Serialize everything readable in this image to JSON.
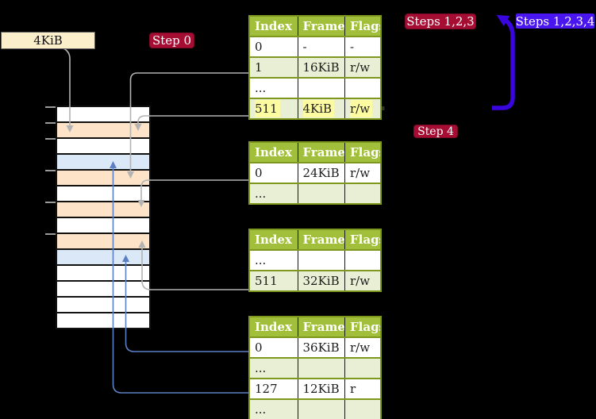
{
  "labels": {
    "frame_pointer": "4KiB",
    "step0": "Step 0",
    "steps123": "Steps 1,2,3",
    "steps1234": "Steps 1,2,3,4",
    "step4": "Step 4"
  },
  "page_tables": {
    "columns": [
      "Index",
      "Frame",
      "Flags"
    ],
    "tables": [
      {
        "rows": [
          {
            "cells": [
              "0",
              "-",
              "-"
            ],
            "shaded": false,
            "highlight": false
          },
          {
            "cells": [
              "1",
              "16KiB",
              "r/w"
            ],
            "shaded": true,
            "highlight": false
          },
          {
            "cells": [
              "...",
              "",
              ""
            ],
            "shaded": false,
            "highlight": false
          },
          {
            "cells": [
              "511",
              "4KiB",
              "r/w"
            ],
            "shaded": true,
            "highlight": true
          }
        ]
      },
      {
        "rows": [
          {
            "cells": [
              "0",
              "24KiB",
              "r/w"
            ],
            "shaded": false,
            "highlight": false
          },
          {
            "cells": [
              "...",
              "",
              ""
            ],
            "shaded": true,
            "highlight": false
          }
        ]
      },
      {
        "rows": [
          {
            "cells": [
              "...",
              "",
              ""
            ],
            "shaded": false,
            "highlight": false
          },
          {
            "cells": [
              "511",
              "32KiB",
              "r/w"
            ],
            "shaded": true,
            "highlight": false
          }
        ]
      },
      {
        "rows": [
          {
            "cells": [
              "0",
              "36KiB",
              "r/w"
            ],
            "shaded": false,
            "highlight": false
          },
          {
            "cells": [
              "...",
              "",
              ""
            ],
            "shaded": true,
            "highlight": false
          },
          {
            "cells": [
              "127",
              "12KiB",
              "r"
            ],
            "shaded": false,
            "highlight": false
          },
          {
            "cells": [
              "...",
              "",
              ""
            ],
            "shaded": true,
            "highlight": false
          }
        ]
      }
    ]
  },
  "memory_column": {
    "frames": [
      {
        "type": "free"
      },
      {
        "type": "table"
      },
      {
        "type": "free"
      },
      {
        "type": "page"
      },
      {
        "type": "table"
      },
      {
        "type": "free"
      },
      {
        "type": "table"
      },
      {
        "type": "free"
      },
      {
        "type": "table"
      },
      {
        "type": "page"
      },
      {
        "type": "free"
      },
      {
        "type": "free"
      },
      {
        "type": "free"
      },
      {
        "type": "free"
      }
    ]
  },
  "colors": {
    "header_green": "#a2bf3c",
    "row_green": "#e9efd5",
    "highlight_yellow": "#fdfba2",
    "table_border_olive": "#7d971f",
    "frame_table_orange": "#fde3c8",
    "frame_page_blue": "#dbe8f7",
    "label_red": "#a60d33",
    "label_blue": "#4a16f0",
    "arrow_blue": "#3a06e0",
    "connector_gray": "#b3b3b3",
    "connector_blue": "#5b80c4",
    "pointer_box_beige": "#faeecb"
  }
}
